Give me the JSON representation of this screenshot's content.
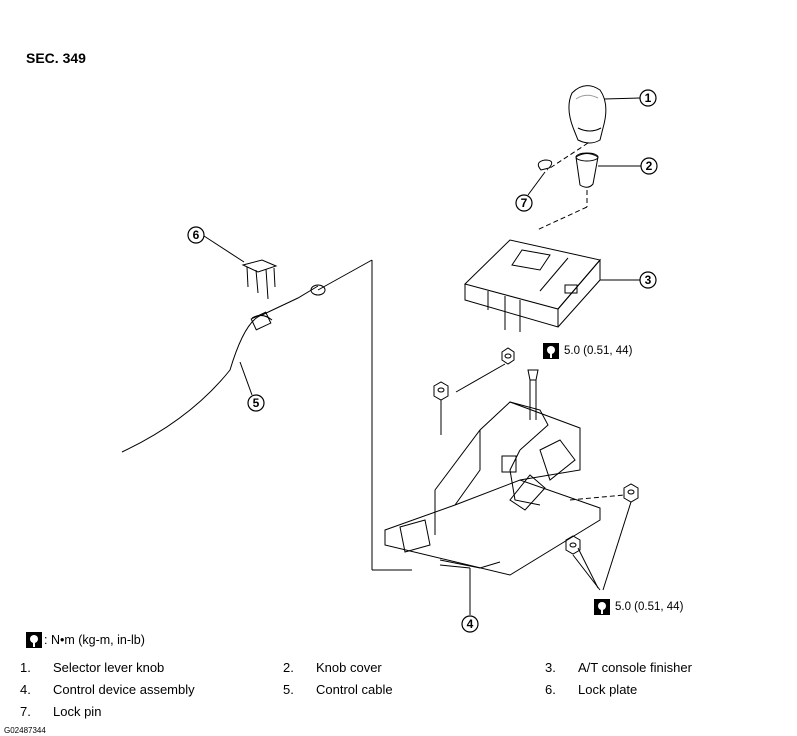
{
  "section": "SEC. 349",
  "callouts": [
    "1",
    "2",
    "3",
    "4",
    "5",
    "6",
    "7"
  ],
  "torque_value": "5.0 (0.51, 44)",
  "legend_unit": ": N•m (kg-m, in-lb)",
  "parts": [
    {
      "num": "1.",
      "name": "Selector lever knob"
    },
    {
      "num": "2.",
      "name": "Knob cover"
    },
    {
      "num": "3.",
      "name": "A/T console finisher"
    },
    {
      "num": "4.",
      "name": "Control device assembly"
    },
    {
      "num": "5.",
      "name": "Control cable"
    },
    {
      "num": "6.",
      "name": "Lock plate"
    },
    {
      "num": "7.",
      "name": "Lock pin"
    }
  ],
  "figure_code": "G02487344",
  "icons": {
    "torque": "torque-wrench-icon"
  }
}
